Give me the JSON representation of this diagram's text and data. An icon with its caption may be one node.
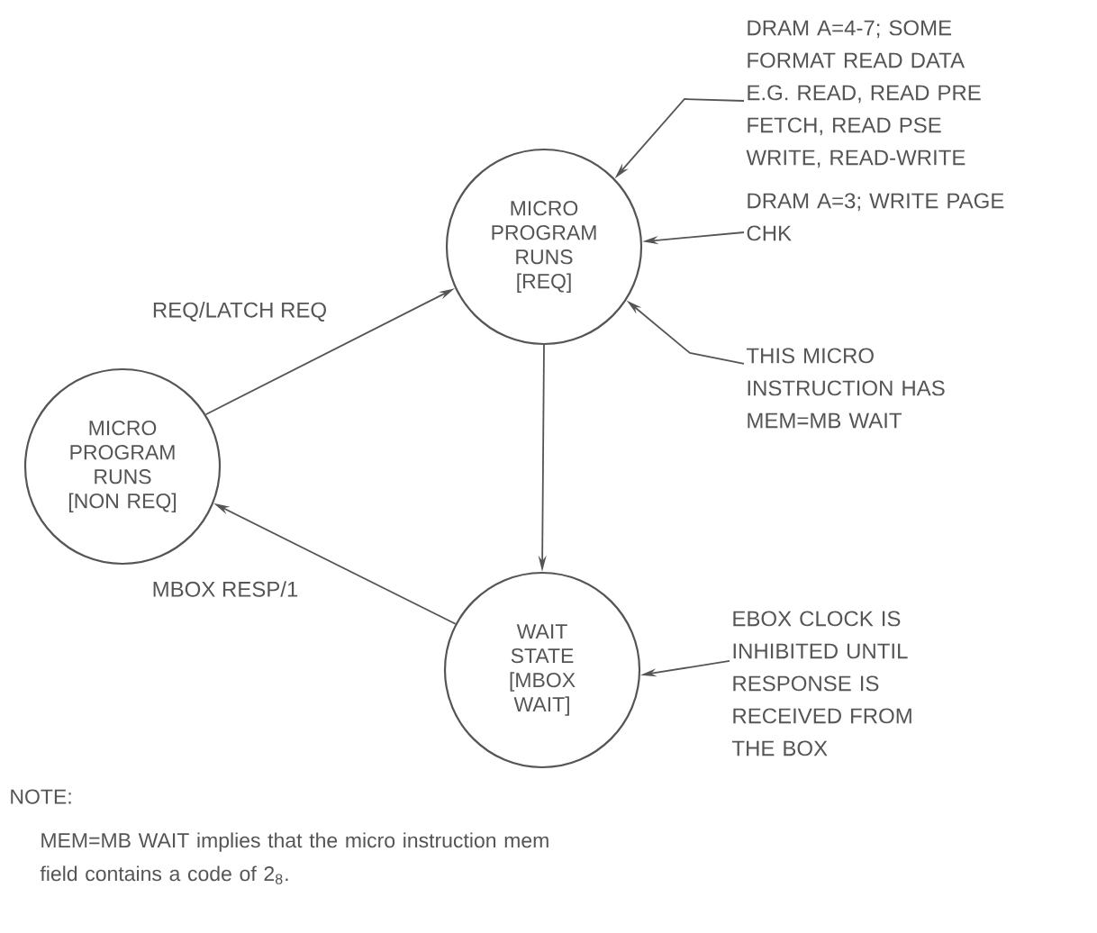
{
  "diagram": {
    "nodes": [
      {
        "text": [
          "MICRO PROGRAM RUNS [REQ]"
        ]
      },
      {
        "text": [
          "MICRO PROGRAM RUNS [NON REQ]"
        ]
      },
      {
        "text": [
          "WAIT STATE [MBOX WAIT]"
        ]
      },
      {
        "text": [
          "DRAM A=4-7; SOME FORMAT READ DATA E.G. READ, READ PRE FETCH, READ PSE WRITE, READ-WRITE"
        ]
      },
      {
        "text": [
          "DRAM A=3; WRITE PAGE CHK"
        ]
      },
      {
        "text": [
          "THIS MICRO INSTRUCTION HAS MEM=MB WAIT"
        ]
      },
      {
        "text": [
          "EBOX CLOCK IS INHIBITED UNTIL RESPONSE IS RECEIVED FROM THE BOX"
        ]
      }
    ],
    "edges": [
      {
        "from": 1,
        "to": 0,
        "arrow": "to",
        "label": "REQ/LATCH REQ"
      },
      {
        "from": 0,
        "to": 2,
        "arrow": "to"
      },
      {
        "from": 2,
        "to": 1,
        "arrow": "to",
        "label": "MBOX RESP/1"
      },
      {
        "from": 3,
        "to": 0,
        "arrow": "to"
      },
      {
        "from": 4,
        "to": 0,
        "arrow": "to"
      },
      {
        "from": 5,
        "to": 0,
        "arrow": "to"
      },
      {
        "from": 6,
        "to": 2,
        "arrow": "to"
      }
    ],
    "labels": [
      "NOTE:",
      "MEM=MB WAIT implies that the micro instruction mem field contains a code of 2$_{8}$."
    ]
  }
}
